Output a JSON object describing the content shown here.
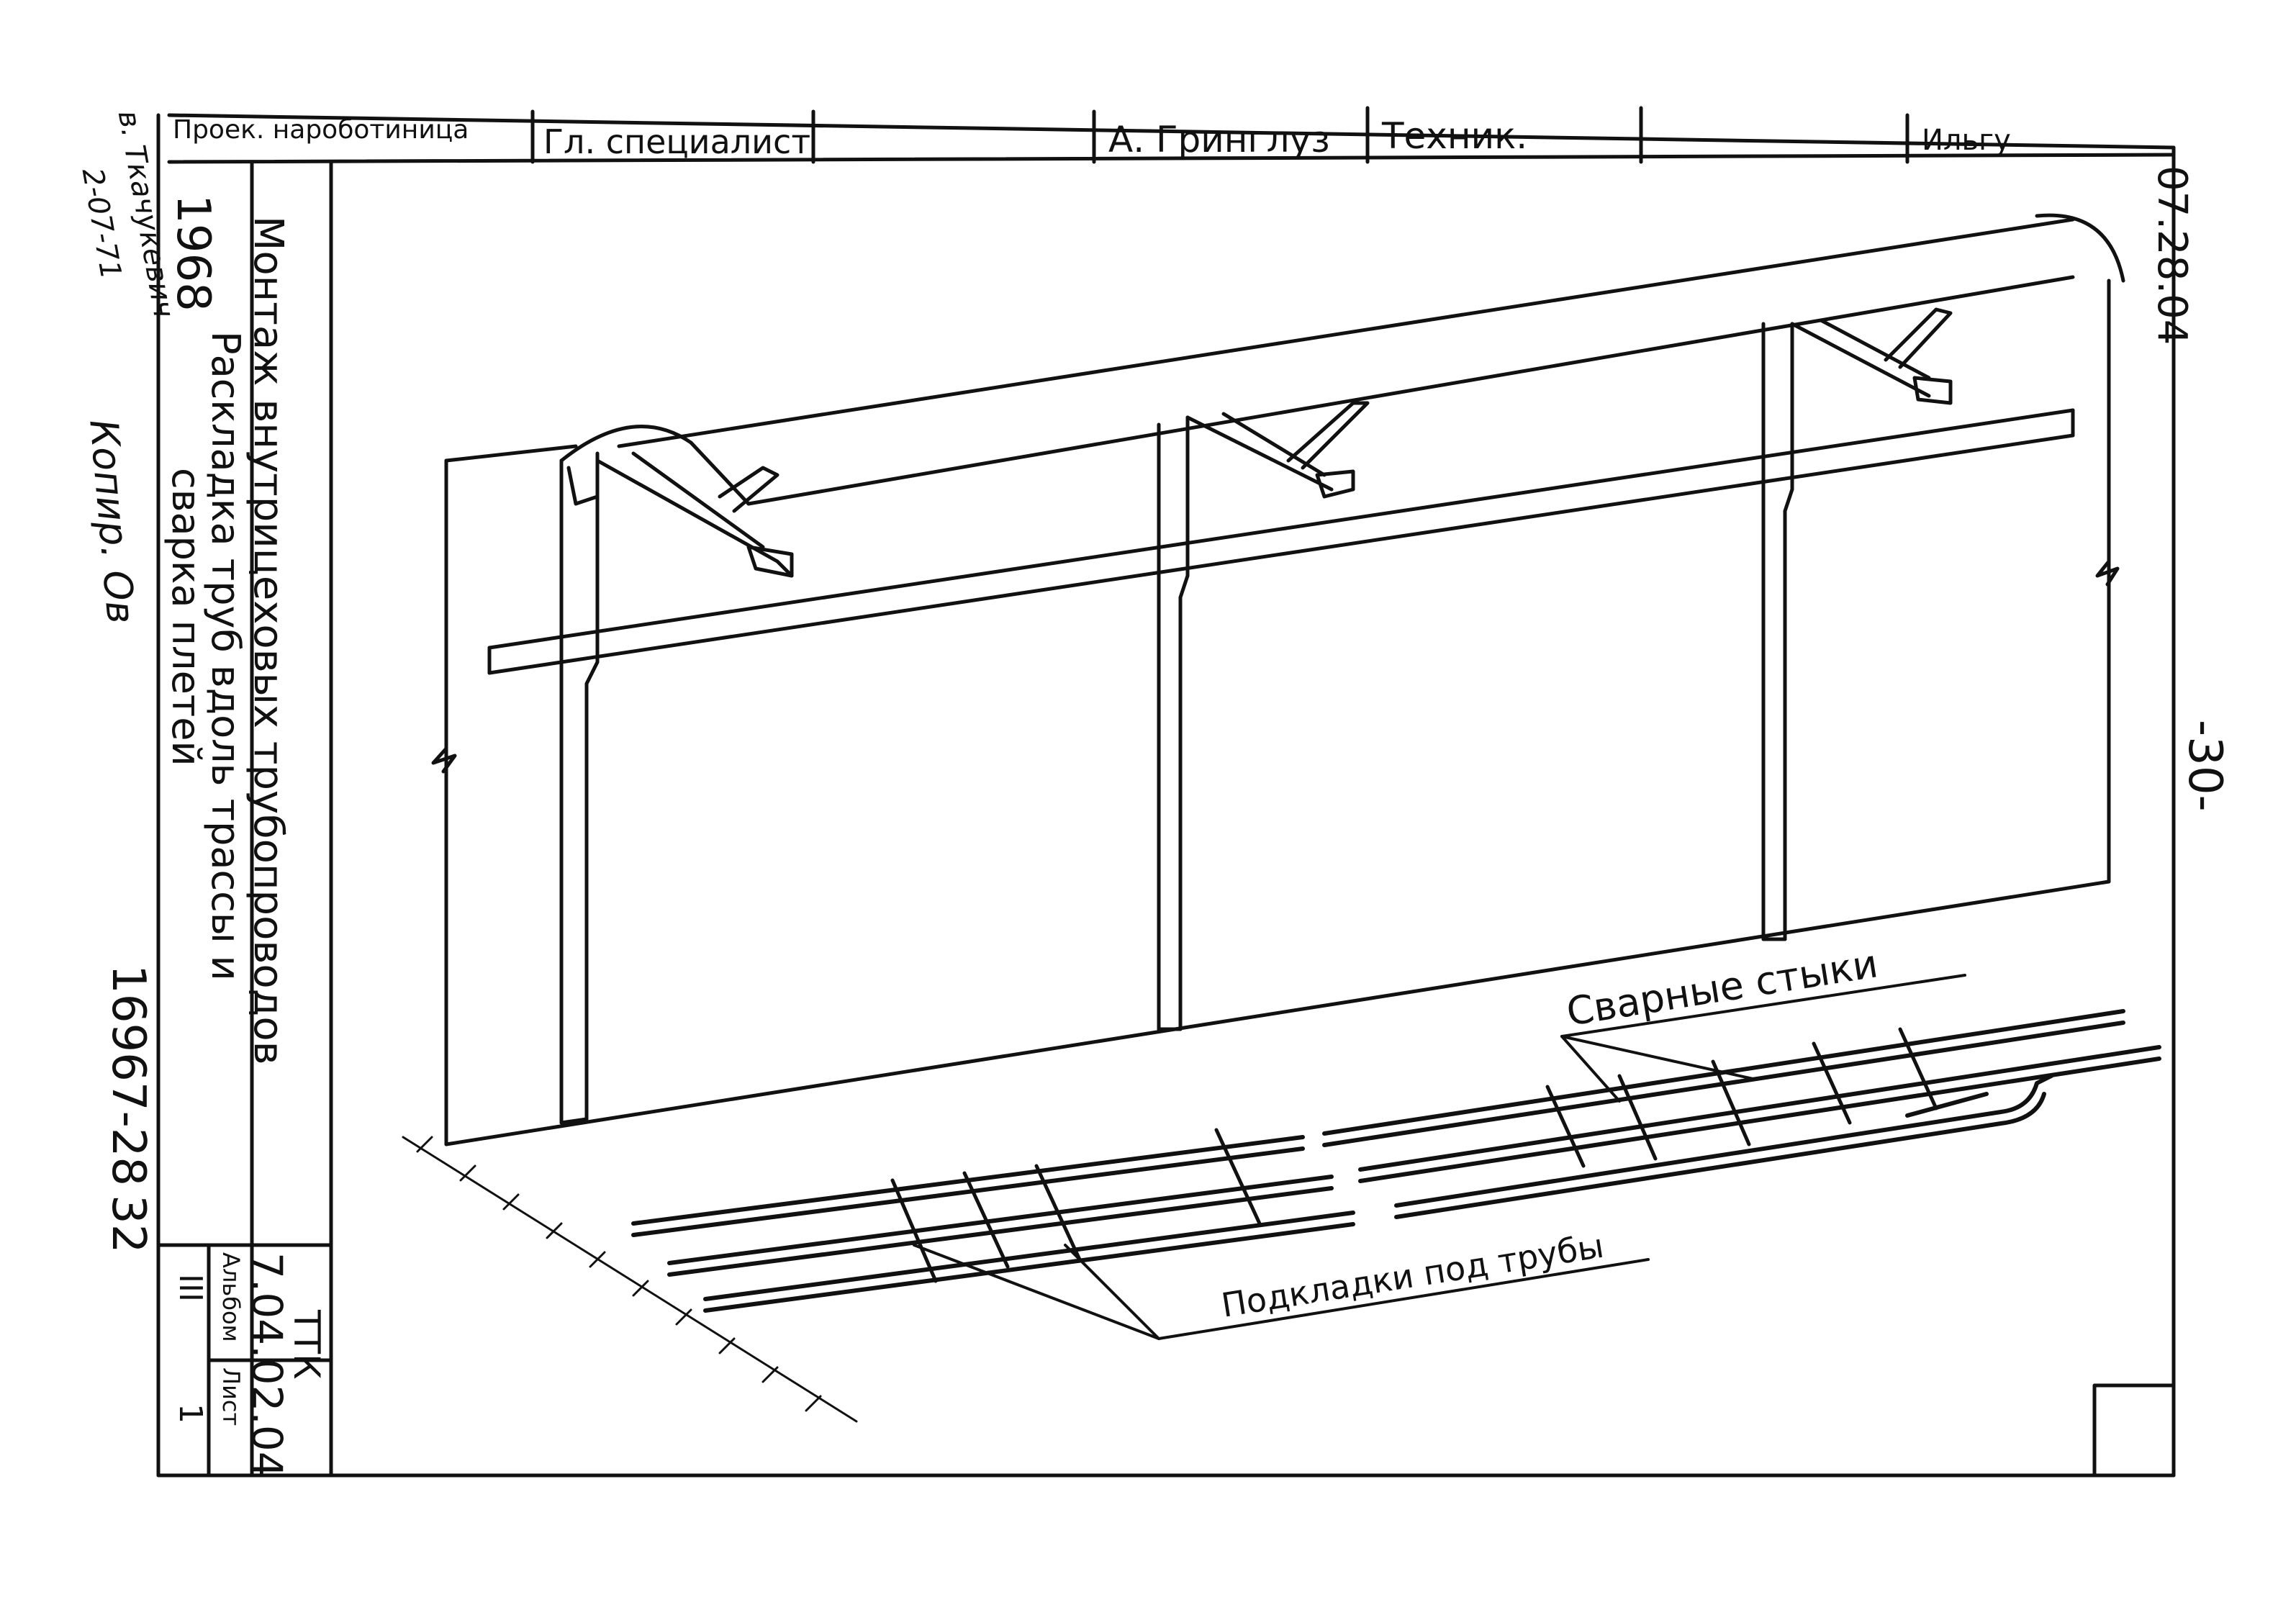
{
  "stamp": {
    "top_left_partial": "Проек. нароботиница",
    "specialist_label": "Гл. специалист",
    "author_name": "А. Гринглуз",
    "role_technik": "Техник.",
    "top_right_partial": "Ильгу"
  },
  "sheet_code_right": "07.28.04",
  "page_number": "-30-",
  "title_block": {
    "year": "1968",
    "main_title": "Монтаж внутрицеховых трубопроводов",
    "sub_title_line1": "Раскладка труб вдоль трассы и",
    "sub_title_line2": "сварка плетей",
    "doc_number": "16967-28",
    "doc_number_page": "32",
    "ttk_label": "ТТК",
    "ttk_code": "7.04.02.04",
    "album_label": "Альбом",
    "sheet_label": "Лист",
    "album_value": "III",
    "sheet_value": "1"
  },
  "margin_handwriting": {
    "line1": "в. Ткачукевич",
    "line2": "2-07-71",
    "kopir": "Копир. Ов"
  },
  "callouts": {
    "welds": "Сварные стыки",
    "supports": "Подкладки под трубы"
  }
}
